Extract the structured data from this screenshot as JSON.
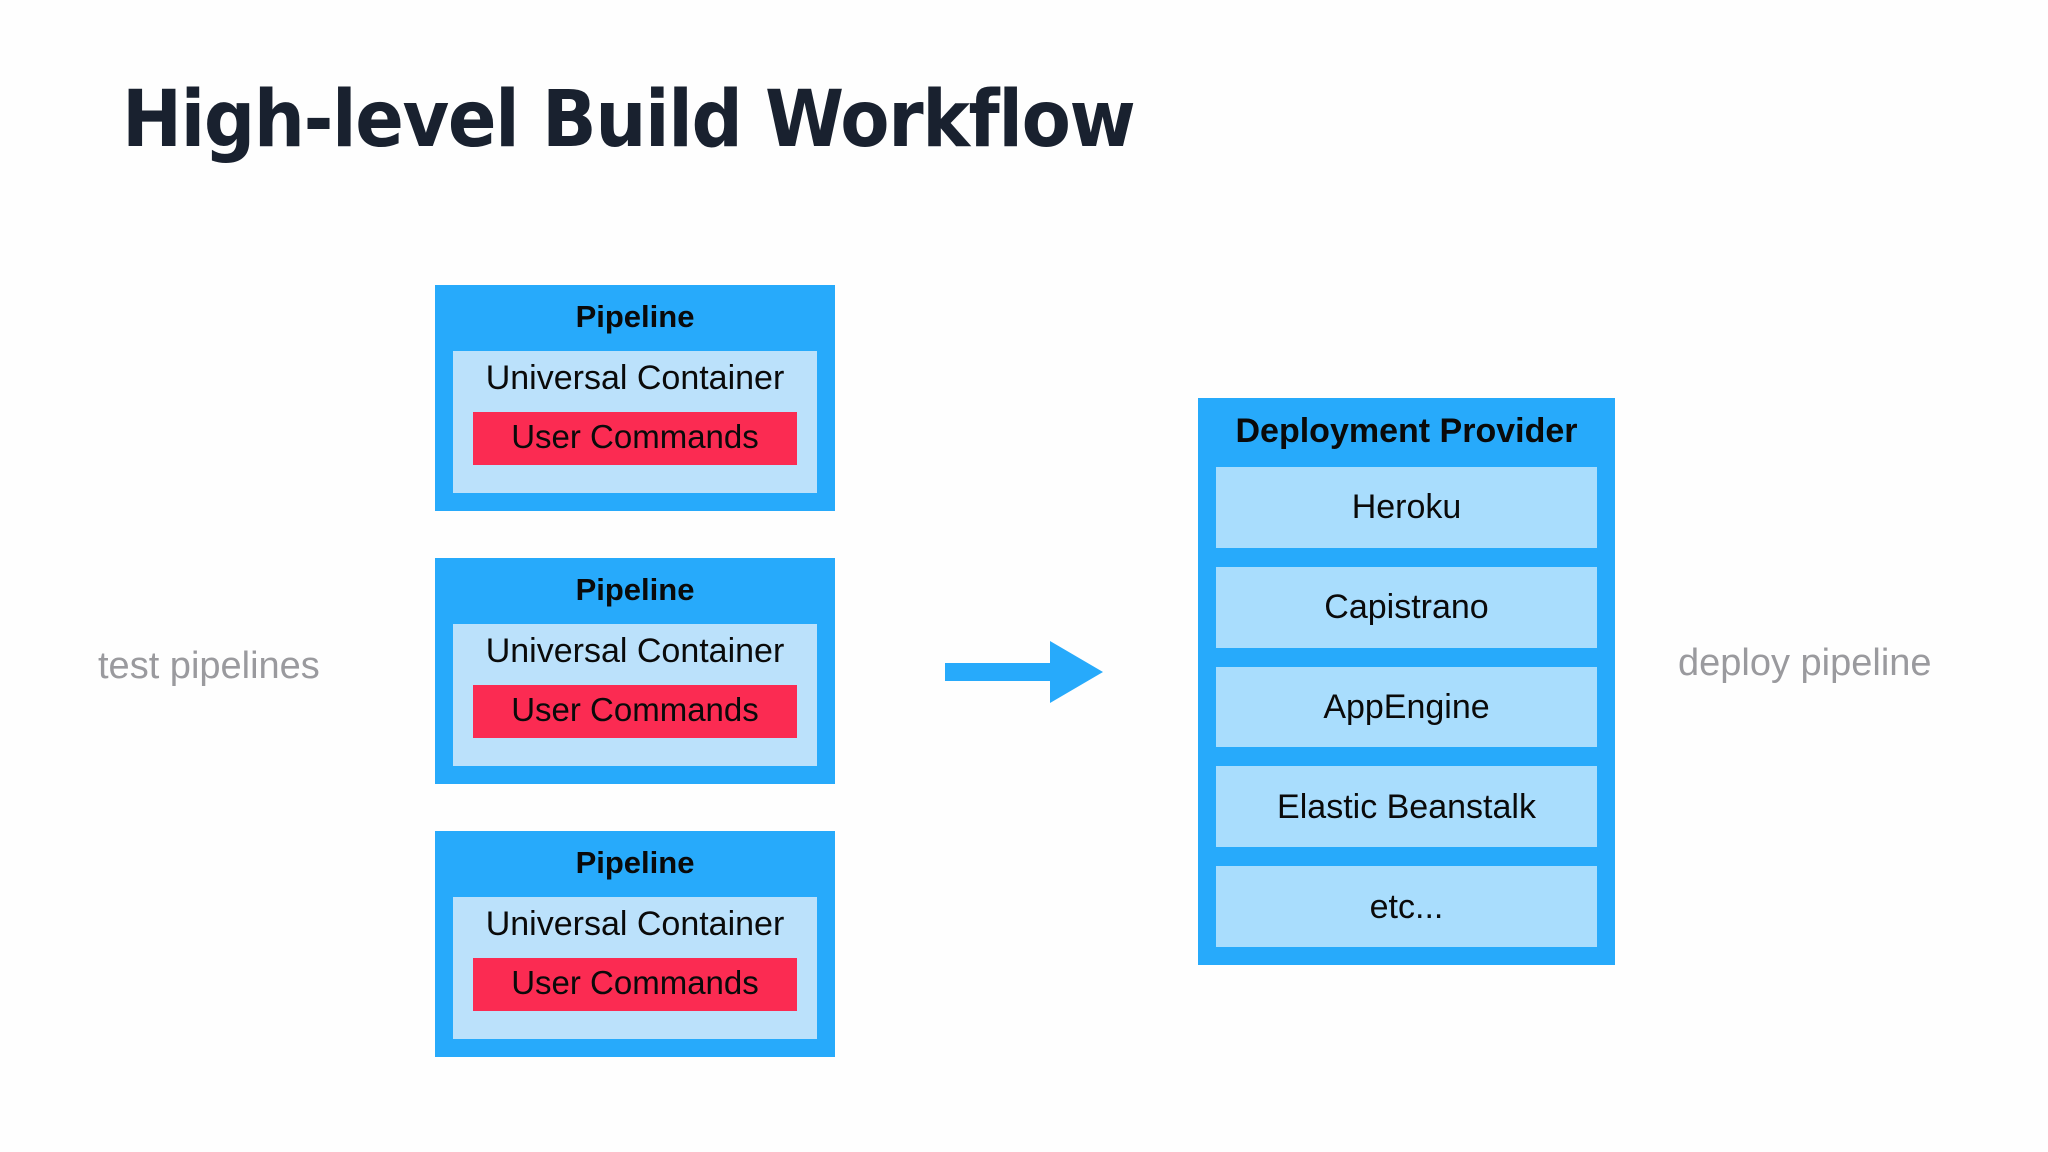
{
  "slide": {
    "title": "High-level Build Workflow",
    "background_color": "#FEFEFE"
  },
  "captions": {
    "left": "test pipelines",
    "right": "deploy pipeline",
    "color": "#9A9A9E"
  },
  "colors": {
    "accent_blue": "#27AAFB",
    "light_blue": "#BBE1FB",
    "provider_row_blue": "#A9DDFD",
    "red": "#FB2B52",
    "title_navy": "#19212F",
    "text_black": "#0A0A0A"
  },
  "pipelines": [
    {
      "title": "Pipeline",
      "container_label": "Universal Container",
      "commands_label": "User Commands"
    },
    {
      "title": "Pipeline",
      "container_label": "Universal Container",
      "commands_label": "User Commands"
    },
    {
      "title": "Pipeline",
      "container_label": "Universal Container",
      "commands_label": "User Commands"
    }
  ],
  "arrow": {
    "icon": "arrow-right-icon",
    "direction": "right",
    "color": "#27AAFB"
  },
  "deployment_provider": {
    "title": "Deployment Provider",
    "rows": [
      {
        "label": "Heroku"
      },
      {
        "label": "Capistrano"
      },
      {
        "label": "AppEngine"
      },
      {
        "label": "Elastic Beanstalk"
      },
      {
        "label": "etc..."
      }
    ]
  }
}
